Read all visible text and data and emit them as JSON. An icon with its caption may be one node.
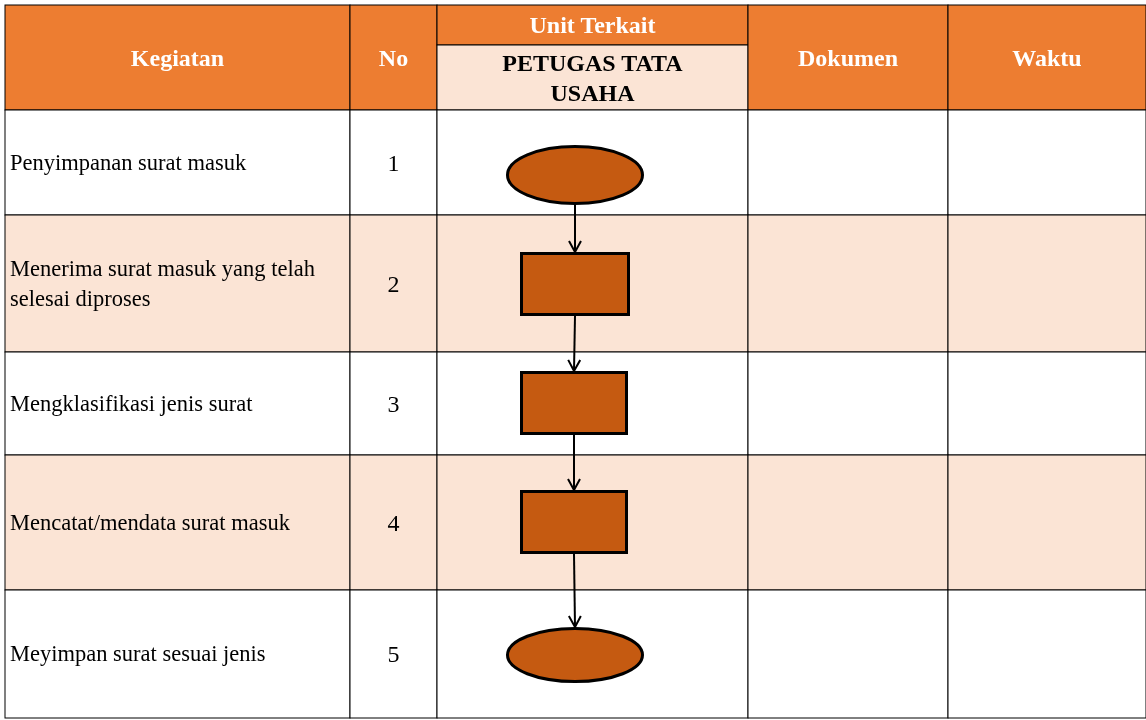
{
  "diagram": {
    "nodes": [
      {
        "text": [],
        "shape": "ellipse"
      },
      {
        "text": [],
        "shape": "box"
      },
      {
        "text": [],
        "shape": "box"
      },
      {
        "text": [],
        "shape": "box"
      },
      {
        "text": [],
        "shape": "ellipse"
      }
    ],
    "edges": [
      {
        "from": 0,
        "to": 1,
        "arrow": "to"
      },
      {
        "from": 1,
        "to": 2,
        "arrow": "to"
      },
      {
        "from": 2,
        "to": 3,
        "arrow": "to"
      },
      {
        "from": 3,
        "to": 4,
        "arrow": "to"
      }
    ],
    "labels": [
      "Kegiatan",
      "No",
      "Unit Terkait",
      "PETUGAS TATA USAHA",
      "Dokumen",
      "Waktu",
      "Penyimpanan surat masuk",
      "1",
      "Menerima surat masuk yang telah selesai diproses",
      "2",
      "Mengklasifikasi jenis surat",
      "3",
      "Mencatat/mendata surat masuk",
      "4",
      "Meyimpan surat sesuai jenis",
      "5"
    ]
  }
}
